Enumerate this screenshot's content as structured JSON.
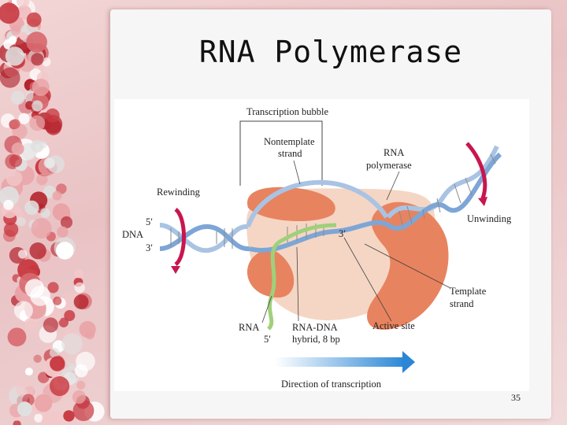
{
  "slide": {
    "title": "RNA Polymerase",
    "page_number": "35"
  },
  "diagram": {
    "labels": {
      "transcription_bubble": "Transcription bubble",
      "nontemplate_1": "Nontemplate",
      "nontemplate_2": "strand",
      "rna_polymerase_1": "RNA",
      "rna_polymerase_2": "polymerase",
      "rewinding": "Rewinding",
      "unwinding": "Unwinding",
      "dna": "DNA",
      "five_prime_top": "5′",
      "three_prime_bottom": "3′",
      "three_prime_rna": "3′",
      "template_1": "Template",
      "template_2": "strand",
      "rna": "RNA",
      "five_prime_rna": "5′",
      "hybrid_1": "RNA-DNA",
      "hybrid_2": "hybrid, 8 bp",
      "active_site": "Active site",
      "direction": "Direction of transcription"
    },
    "colors": {
      "polymerase_body": "#f5d6c4",
      "polymerase_lobes": "#e8835f",
      "dna_strand": "#a9c3e3",
      "rna_strand": "#9fd07a",
      "twist_arrow": "#c8164e",
      "direction_arrow": "#2a86d6"
    }
  }
}
